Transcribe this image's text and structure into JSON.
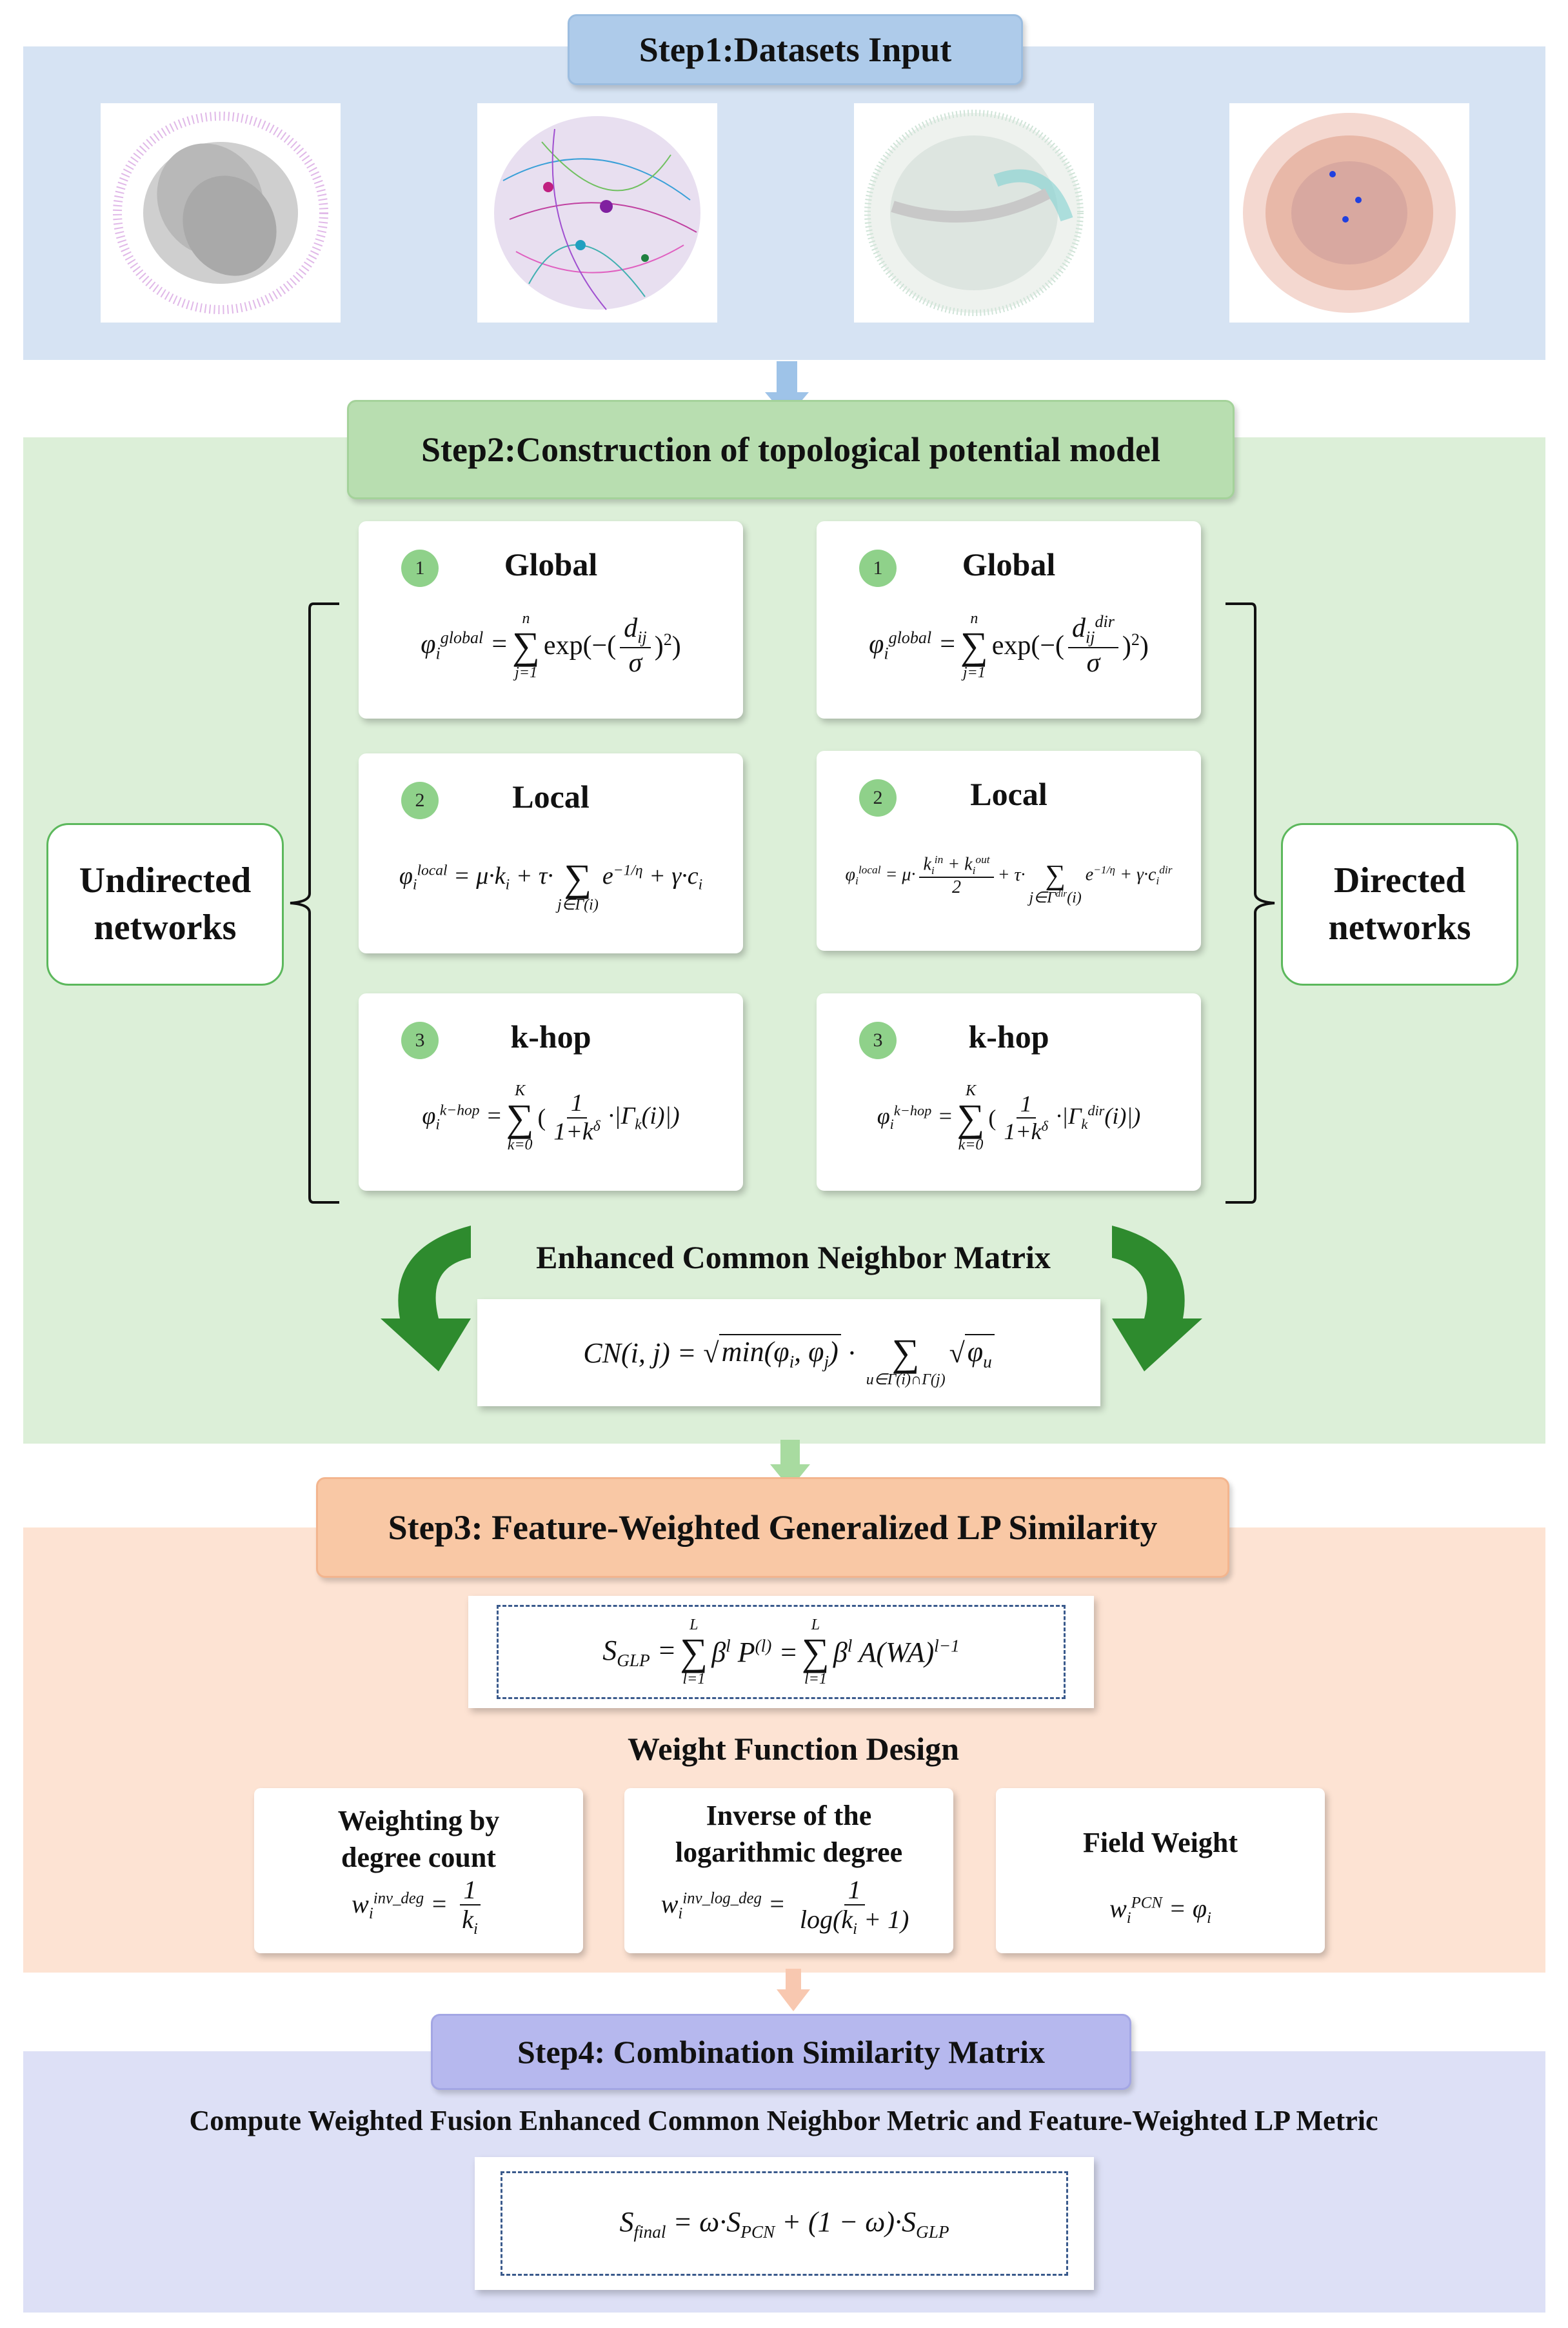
{
  "steps": {
    "step1": "Step1:Datasets Input",
    "step2": "Step2:Construction of topological potential model",
    "step3": "Step3: Feature-Weighted Generalized LP Similarity",
    "step4": "Step4: Combination Similarity Matrix"
  },
  "categories": {
    "undirected": [
      "Undirected",
      "networks"
    ],
    "directed": [
      "Directed",
      "networks"
    ]
  },
  "undirected_cards": [
    {
      "num": "1",
      "title": "Global"
    },
    {
      "num": "2",
      "title": "Local"
    },
    {
      "num": "3",
      "title": "k-hop"
    }
  ],
  "directed_cards": [
    {
      "num": "1",
      "title": "Global"
    },
    {
      "num": "2",
      "title": "Local"
    },
    {
      "num": "3",
      "title": "k-hop"
    }
  ],
  "ecn_title": "Enhanced Common Neighbor Matrix",
  "weight_function_title": "Weight Function Design",
  "weight_cards": [
    {
      "title": [
        "Weighting by",
        "degree count"
      ]
    },
    {
      "title": [
        "Inverse of the",
        "logarithmic degree"
      ]
    },
    {
      "title": [
        "Field Weight"
      ]
    }
  ],
  "step4_description": "Compute Weighted Fusion Enhanced Common Neighbor Metric and Feature-Weighted LP Metric",
  "colors": {
    "blue_band": "#d6e3f3",
    "green_band": "#dcefd8",
    "orange_band": "#fde3d3",
    "purple_band": "#dde0f6",
    "badge": "#8fd18a",
    "arrow_green": "#2e8b2e"
  }
}
